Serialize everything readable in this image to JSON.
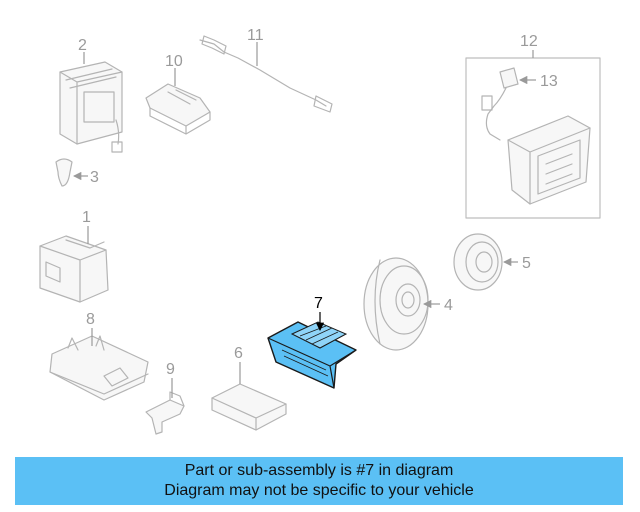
{
  "callouts": {
    "p1": "1",
    "p2": "2",
    "p3": "3",
    "p4": "4",
    "p5": "5",
    "p6": "6",
    "p7": "7",
    "p8": "8",
    "p9": "9",
    "p10": "10",
    "p11": "11",
    "p12": "12",
    "p13": "13"
  },
  "highlight_color": "#5bc0f5",
  "banner": {
    "line1": "Part or sub-assembly is #7 in diagram",
    "line2": "Diagram may not be specific to your vehicle"
  }
}
